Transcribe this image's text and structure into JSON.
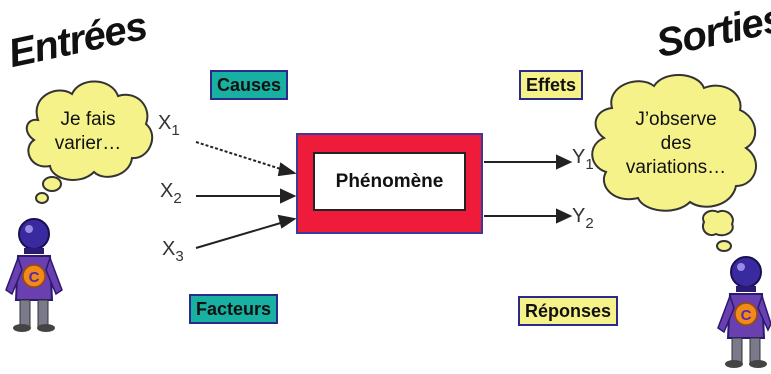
{
  "headings": {
    "inputs": "Entrées",
    "outputs": "Sorties"
  },
  "labels": {
    "causes": "Causes",
    "effects": "Effets",
    "factors": "Facteurs",
    "responses": "Réponses"
  },
  "left_thought": {
    "line1": "Je fais",
    "line2": "varier…"
  },
  "right_thought": {
    "line1": "J’observe",
    "line2": "des",
    "line3": "variations…"
  },
  "phenomenon": "Phénomène",
  "inputs": [
    {
      "name": "X",
      "index": "1"
    },
    {
      "name": "X",
      "index": "2"
    },
    {
      "name": "X",
      "index": "3"
    }
  ],
  "outputs": [
    {
      "name": "Y",
      "index": "1"
    },
    {
      "name": "Y",
      "index": "2"
    }
  ],
  "mascot_letter": "C",
  "colors": {
    "teal": "#18b0a0",
    "yellow": "#f6f28a",
    "red": "#ee1c3a",
    "navy": "#2a2a8a",
    "purple": "#6a3fb0",
    "orange": "#f08a1a"
  }
}
